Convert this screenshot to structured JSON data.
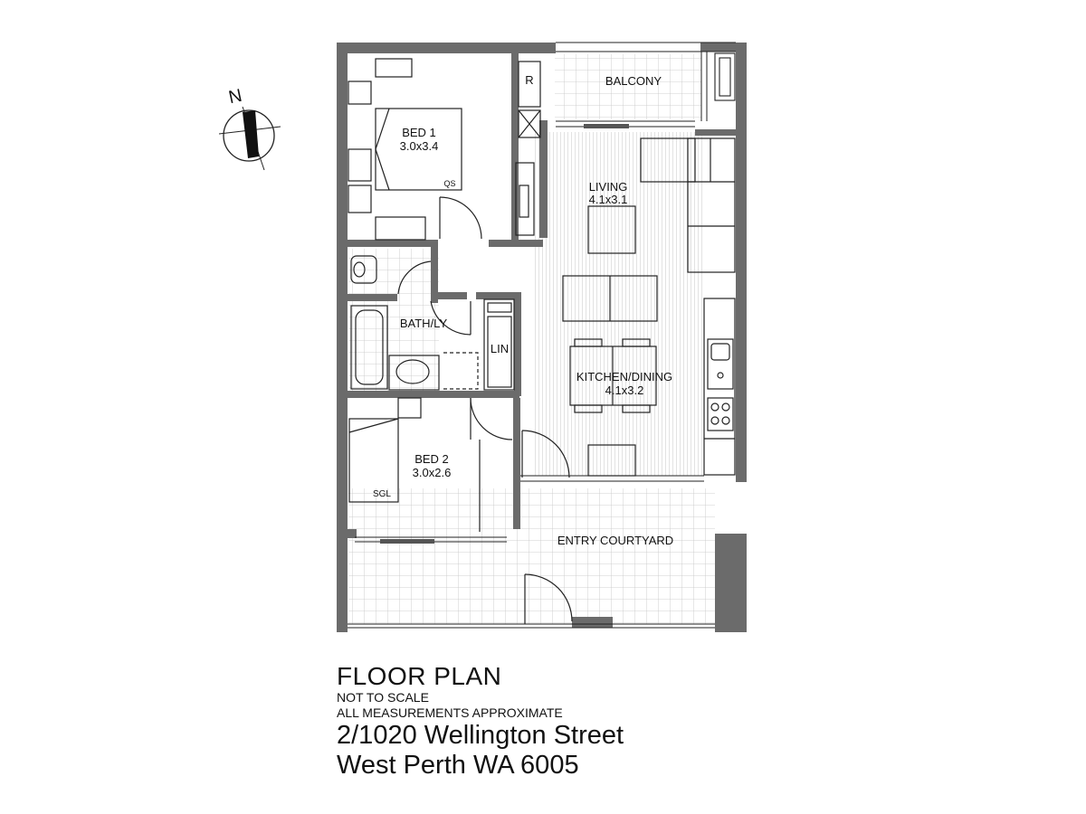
{
  "compass": {
    "north_label": "N"
  },
  "rooms": {
    "bed1": {
      "name": "BED 1",
      "size": "3.0x3.4",
      "bed_type": "QS"
    },
    "robe": {
      "name": "R"
    },
    "balcony": {
      "name": "BALCONY"
    },
    "living": {
      "name": "LIVING",
      "size": "4.1x3.1"
    },
    "bath": {
      "name": "BATH/LY"
    },
    "linen": {
      "name": "LIN"
    },
    "kitchen": {
      "name": "KITCHEN/DINING",
      "size": "4.1x3.2"
    },
    "bed2": {
      "name": "BED 2",
      "size": "3.0x2.6",
      "bed_type": "SGL"
    },
    "courtyard": {
      "name": "ENTRY COURTYARD"
    }
  },
  "title": {
    "heading": "FLOOR PLAN",
    "note1": "NOT TO SCALE",
    "note2": "ALL MEASUREMENTS APPROXIMATE",
    "address1": "2/1020 Wellington Street",
    "address2": "West Perth WA 6005"
  },
  "colors": {
    "wall": "#6b6b6b",
    "line": "#222222",
    "tile": "#bdbdbd",
    "floor": "#d0d0d0"
  }
}
